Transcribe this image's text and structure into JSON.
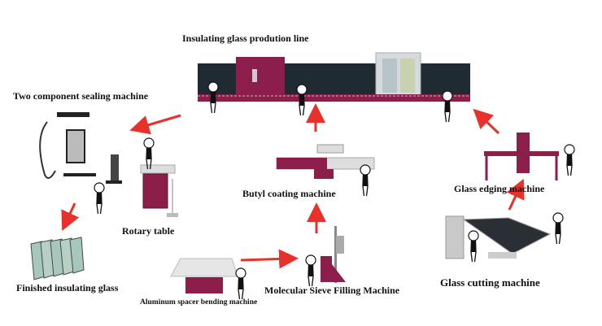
{
  "title": "Insulating glass prodution line",
  "colors": {
    "machine_maroon": "#8b1e4a",
    "glass_dark": "#1f2a33",
    "arrow_red": "#e8312a",
    "panel_gray": "#d9d9d9"
  },
  "stations": [
    {
      "id": "production-line",
      "label": "Insulating glass prodution line"
    },
    {
      "id": "sealing",
      "label": "Two component sealing machine"
    },
    {
      "id": "rotary",
      "label": "Rotary table"
    },
    {
      "id": "finished",
      "label": "Finished insulating glass"
    },
    {
      "id": "spacer",
      "label": "Aluminum spacer bending machine"
    },
    {
      "id": "sieve",
      "label": "Molecular Sieve Filling Machine"
    },
    {
      "id": "butyl",
      "label": "Butyl coating machine"
    },
    {
      "id": "edging",
      "label": "Glass edging machine"
    },
    {
      "id": "cutting",
      "label": "Glass cutting machine"
    }
  ],
  "flow": [
    "Glass cutting machine",
    "Glass edging machine",
    "Insulating glass prodution line",
    "Two component sealing machine",
    "Finished insulating glass"
  ],
  "flow_side": [
    "Aluminum spacer bending machine",
    "Molecular Sieve Filling Machine",
    "Butyl coating machine",
    "Insulating glass prodution line"
  ],
  "operator_count": 10
}
